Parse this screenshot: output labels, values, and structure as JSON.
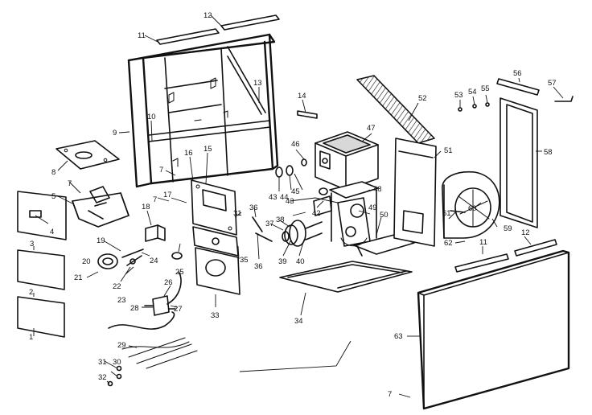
{
  "callouts": [
    {
      "label": "1"
    },
    {
      "label": "2"
    },
    {
      "label": "3"
    },
    {
      "label": "4"
    },
    {
      "label": "5"
    },
    {
      "label": "7"
    },
    {
      "label": "7"
    },
    {
      "label": "7"
    },
    {
      "label": "7"
    },
    {
      "label": "8"
    },
    {
      "label": "9"
    },
    {
      "label": "10"
    },
    {
      "label": "11"
    },
    {
      "label": "11"
    },
    {
      "label": "12"
    },
    {
      "label": "12"
    },
    {
      "label": "13"
    },
    {
      "label": "14"
    },
    {
      "label": "15"
    },
    {
      "label": "16"
    },
    {
      "label": "17"
    },
    {
      "label": "18"
    },
    {
      "label": "19"
    },
    {
      "label": "20"
    },
    {
      "label": "21"
    },
    {
      "label": "22"
    },
    {
      "label": "23"
    },
    {
      "label": "24"
    },
    {
      "label": "25"
    },
    {
      "label": "26"
    },
    {
      "label": "27"
    },
    {
      "label": "28"
    },
    {
      "label": "29"
    },
    {
      "label": "30"
    },
    {
      "label": "31"
    },
    {
      "label": "31"
    },
    {
      "label": "32"
    },
    {
      "label": "33"
    },
    {
      "label": "34"
    },
    {
      "label": "35"
    },
    {
      "label": "36"
    },
    {
      "label": "36"
    },
    {
      "label": "37"
    },
    {
      "label": "38"
    },
    {
      "label": "39"
    },
    {
      "label": "40"
    },
    {
      "label": "42"
    },
    {
      "label": "43"
    },
    {
      "label": "43"
    },
    {
      "label": "44"
    },
    {
      "label": "45"
    },
    {
      "label": "46"
    },
    {
      "label": "47"
    },
    {
      "label": "48"
    },
    {
      "label": "49"
    },
    {
      "label": "50"
    },
    {
      "label": "51"
    },
    {
      "label": "52"
    },
    {
      "label": "53"
    },
    {
      "label": "54"
    },
    {
      "label": "55"
    },
    {
      "label": "56"
    },
    {
      "label": "57"
    },
    {
      "label": "58"
    },
    {
      "label": "59"
    },
    {
      "label": "60"
    },
    {
      "label": "61"
    },
    {
      "label": "62"
    },
    {
      "label": "63"
    }
  ]
}
